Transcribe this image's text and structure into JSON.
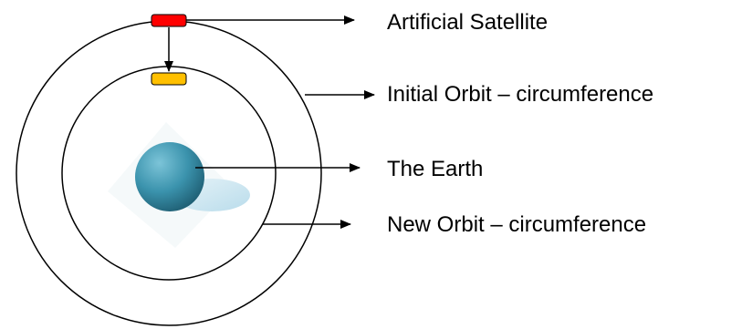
{
  "labels": {
    "satellite": "Artificial Satellite",
    "initial_orbit": "Initial Orbit – circumference",
    "earth": "The Earth",
    "new_orbit": "New Orbit – circumference"
  },
  "colors": {
    "satellite_initial": "#ff0000",
    "satellite_new": "#ffc000",
    "earth": "#3b93ad",
    "earth_shadow": "#c5e3ef",
    "line": "#000000"
  }
}
